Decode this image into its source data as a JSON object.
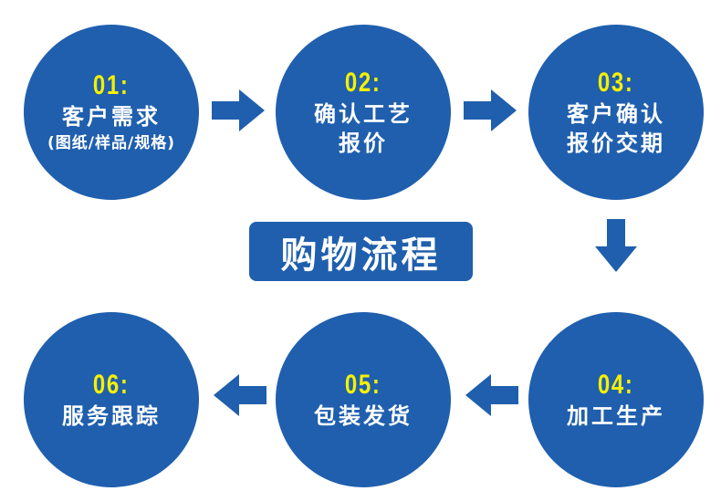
{
  "title": "购物流程",
  "colors": {
    "circle": "#1f5fae",
    "number": "#f5f000",
    "text": "#ffffff"
  },
  "steps": [
    {
      "num": "01:",
      "label": "客户需求",
      "sub": "(图纸/样品/规格)"
    },
    {
      "num": "02:",
      "label": "确认工艺",
      "label2": "报价"
    },
    {
      "num": "03:",
      "label": "客户确认",
      "label2": "报价交期"
    },
    {
      "num": "04:",
      "label": "加工生产"
    },
    {
      "num": "05:",
      "label": "包装发货"
    },
    {
      "num": "06:",
      "label": "服务跟踪"
    }
  ]
}
